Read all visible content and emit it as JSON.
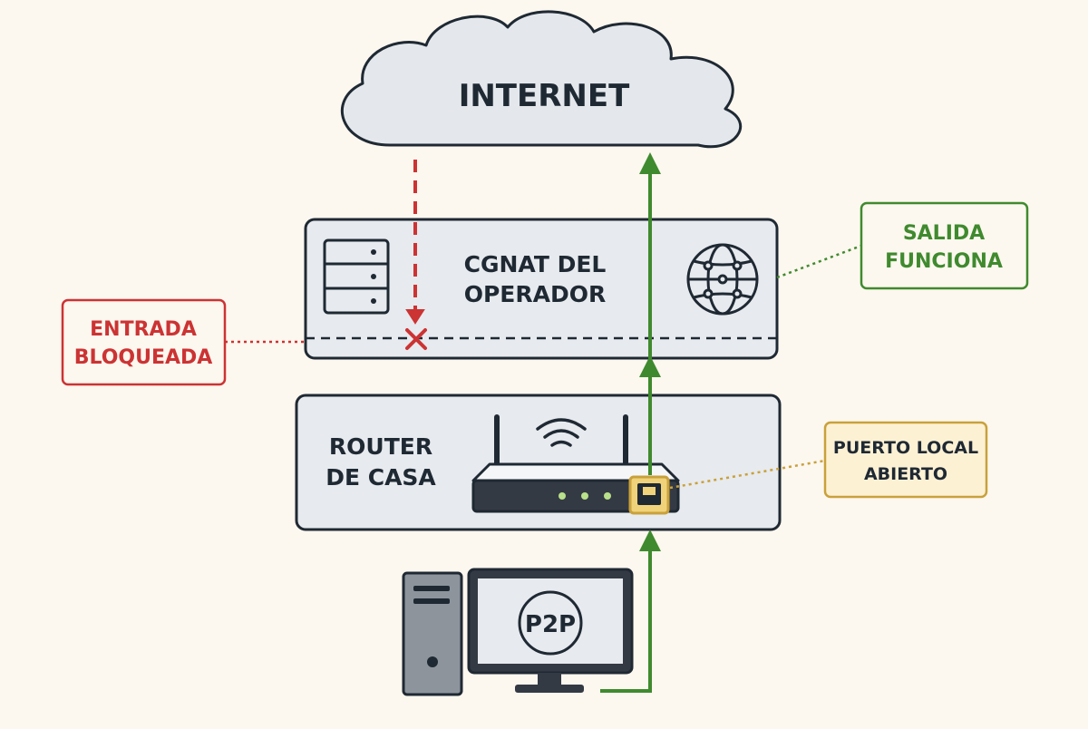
{
  "cloud": {
    "label": "INTERNET"
  },
  "cgnat": {
    "line1": "CGNAT DEL",
    "line2": "OPERADOR"
  },
  "router": {
    "line1": "ROUTER",
    "line2": "DE CASA"
  },
  "pc": {
    "screen_label": "P2P"
  },
  "callouts": {
    "blocked": {
      "line1": "ENTRADA",
      "line2": "BLOQUEADA"
    },
    "outbound": {
      "line1": "SALIDA",
      "line2": "FUNCIONA"
    },
    "port": {
      "line1": "PUERTO LOCAL",
      "line2": "ABIERTO"
    }
  },
  "colors": {
    "blocked": "#cc3333",
    "outbound": "#3f8a2e",
    "port": "#c9a13b",
    "outline": "#1f2933",
    "box_fill": "#e7eaee",
    "cloud_fill": "#e4e8ec"
  },
  "icons": [
    "server-icon",
    "globe-icon",
    "wifi-icon",
    "router-icon",
    "ethernet-port-icon",
    "desktop-tower-icon",
    "monitor-icon",
    "blocked-x-icon"
  ]
}
